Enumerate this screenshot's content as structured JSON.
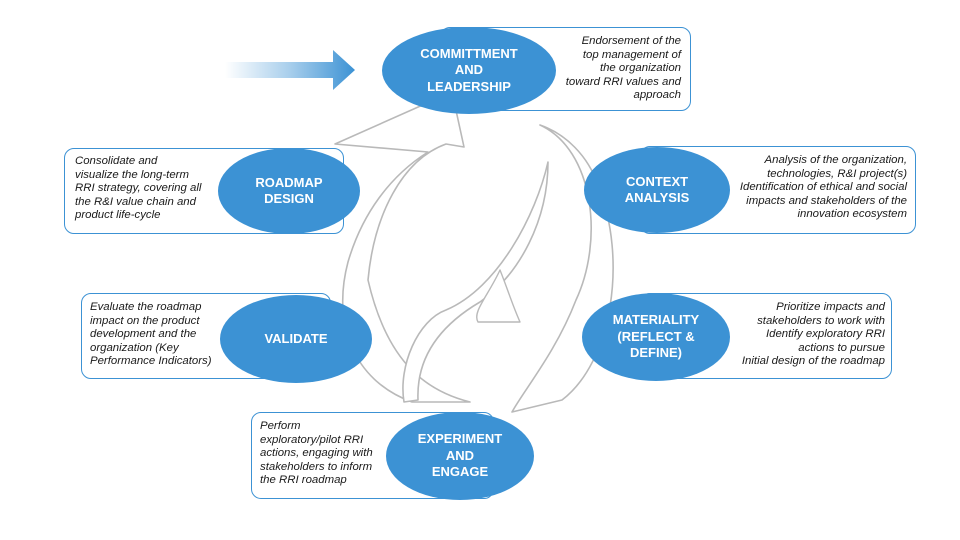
{
  "colors": {
    "stage_fill": "#3c92d4",
    "box_border": "#3c92d4",
    "arrow_fill": "#3c92d4",
    "cycle_outline": "#b9b9b9"
  },
  "stages": {
    "commitment": {
      "title_lines": [
        "COMMITTMENT",
        "AND",
        "LEADERSHIP"
      ],
      "description_lines": [
        "Endorsement of the",
        "top management of",
        "the organization",
        "toward RRI values and",
        "approach"
      ]
    },
    "context": {
      "title_lines": [
        "CONTEXT",
        "ANALYSIS"
      ],
      "description_lines": [
        "Analysis of the organization,",
        "technologies, R&I project(s)",
        "Identification of ethical and social",
        "impacts and stakeholders of the",
        "innovation ecosystem"
      ]
    },
    "materiality": {
      "title_lines": [
        "MATERIALITY",
        "(REFLECT &",
        "DEFINE)"
      ],
      "description_lines": [
        "Prioritize impacts and",
        "stakeholders to work with",
        "Identify exploratory RRI",
        "actions to pursue",
        "Initial design of the roadmap"
      ]
    },
    "experiment": {
      "title_lines": [
        "EXPERIMENT",
        "AND",
        "ENGAGE"
      ],
      "description_lines": [
        "Perform",
        "exploratory/pilot RRI",
        "actions, engaging with",
        "stakeholders to inform",
        "the RRI roadmap"
      ]
    },
    "validate": {
      "title_lines": [
        "VALIDATE"
      ],
      "description_lines": [
        "Evaluate the roadmap",
        "impact on the product",
        "development and the",
        "organization (Key",
        "Performance Indicators)"
      ]
    },
    "roadmap": {
      "title_lines": [
        "ROADMAP",
        "DESIGN"
      ],
      "description_lines": [
        "Consolidate and",
        "visualize the long-term",
        "RRI strategy, covering all",
        "the R&I value chain and",
        "product life-cycle"
      ]
    }
  }
}
